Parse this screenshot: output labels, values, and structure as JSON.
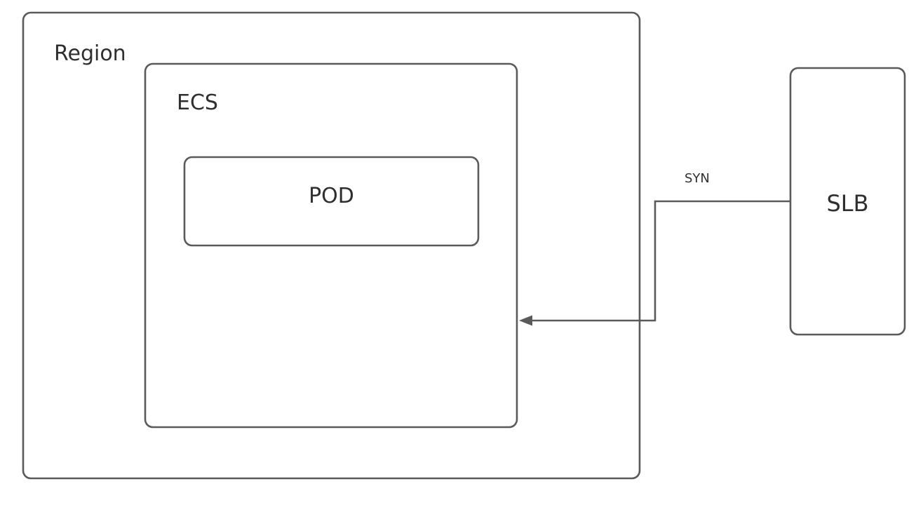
{
  "nodes": {
    "region": {
      "label": "Region"
    },
    "ecs": {
      "label": "ECS"
    },
    "pod": {
      "label": "POD"
    },
    "slb": {
      "label": "SLB"
    }
  },
  "edges": [
    {
      "from": "SLB",
      "to": "ECS",
      "label": "SYN",
      "style": "arrow"
    }
  ],
  "colors": {
    "stroke": "#5a5a5a",
    "text": "#2f2f2f",
    "background": "#ffffff"
  }
}
